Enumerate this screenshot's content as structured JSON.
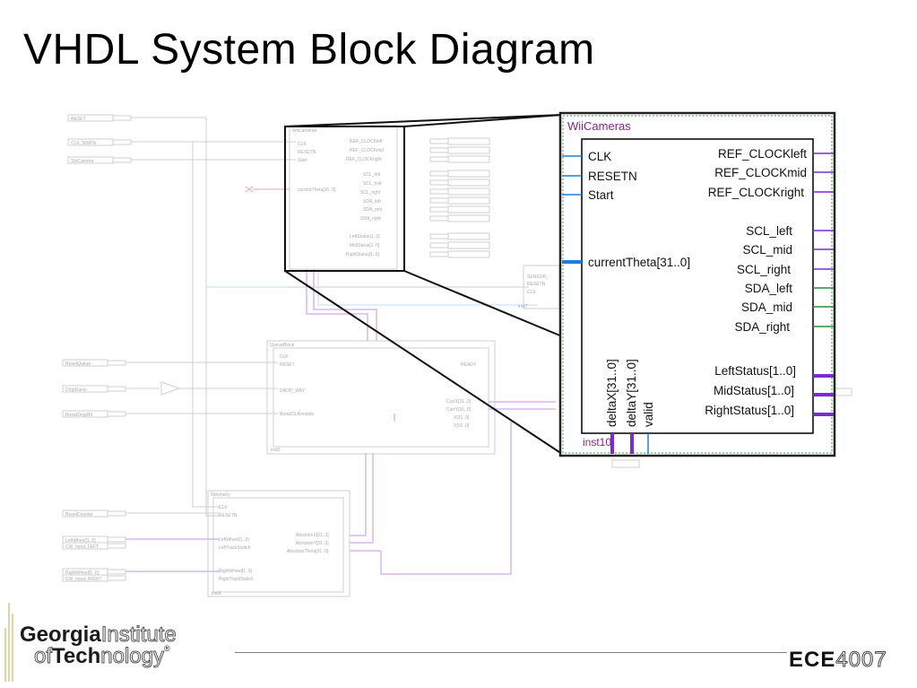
{
  "slide": {
    "title": "VHDL System Block Diagram"
  },
  "zoom": {
    "block_title": "WiiCameras",
    "instance": "inst10",
    "inputs": [
      "CLK",
      "RESETN",
      "Start",
      "currentTheta[31..0]"
    ],
    "outputs": [
      "REF_CLOCKleft",
      "REF_CLOCKmid",
      "REF_CLOCKright",
      "SCL_left",
      "SCL_mid",
      "SCL_right",
      "SDA_left",
      "SDA_mid",
      "SDA_right",
      "LeftStatus[1..0]",
      "MidStatus[1..0]",
      "RightStatus[1..0]"
    ],
    "bottom_ports": [
      "deltaX[31..0]",
      "deltaY[31..0]",
      "valid"
    ]
  },
  "background": {
    "pins_left": [
      "RESET",
      "CLK_50MHz",
      "StoCamera",
      "ResetQueue",
      "DropDuino",
      "BreadDropBit",
      "ResetCounter",
      "LeftWheel[1..0]",
      "CW_Input_LEFT",
      "RightWheel[1..0]",
      "CW_Input_RIGHT"
    ],
    "mini_wii": {
      "title": "WiiCameras",
      "inputs": [
        "CLK",
        "RESETN",
        "Start",
        "currentTheta[31..0]"
      ],
      "outputs": [
        "REF_CLOCKleft",
        "REF_CLOCKmid",
        "REF_CLOCKright",
        "SCL_left",
        "SCL_mid",
        "SCL_right",
        "SDA_left",
        "SDA_mid",
        "SDA_right",
        "LeftStatus[1..0]",
        "MidStatus[1..0]",
        "RightStatus[1..0]"
      ]
    },
    "queue_block": {
      "title": "QueueBlock",
      "inputs": [
        "CLK",
        "RESET",
        "DROP_WAY",
        "BreadCLKenable"
      ],
      "outputs": [
        "READY",
        "CurrX[31..0]",
        "CurrY[31..0]",
        "X[31..0]",
        "Y[31..0]"
      ],
      "instance": "inst5"
    },
    "odometry": {
      "title": "Odometry",
      "inputs": [
        "CLK",
        "RESETN",
        "LeftWheel[1..0]",
        "LeftTrackSwitch",
        "RightWheel[1..0]",
        "RightTrackSwitch"
      ],
      "outputs": [
        "AbsoluteX[31..0]",
        "AbsoluteY[31..0]",
        "AbsoluteTheta[31..0]"
      ],
      "instance": "inst4"
    },
    "sensor": {
      "ports": [
        "SENSOR_",
        "RESETN",
        "CLK"
      ],
      "instance": "inst7"
    }
  },
  "footer": {
    "logo_line1_bold": "Georgia",
    "logo_line1_outline": "Institute",
    "logo_line2_outline_a": "of",
    "logo_line2_bold": "Tech",
    "logo_line2_outline_b": "nology",
    "logo_reg": "®",
    "course_bold": "ECE",
    "course_num": "4007"
  },
  "colors": {
    "wire_blue": "#1f7fd8",
    "bus_purple": "#7a2bd6",
    "port_green": "#2e8b3a",
    "title_purple": "#7a2a8a",
    "dark_frame": "#2a2a2a",
    "faint": "#c8c8c8"
  }
}
